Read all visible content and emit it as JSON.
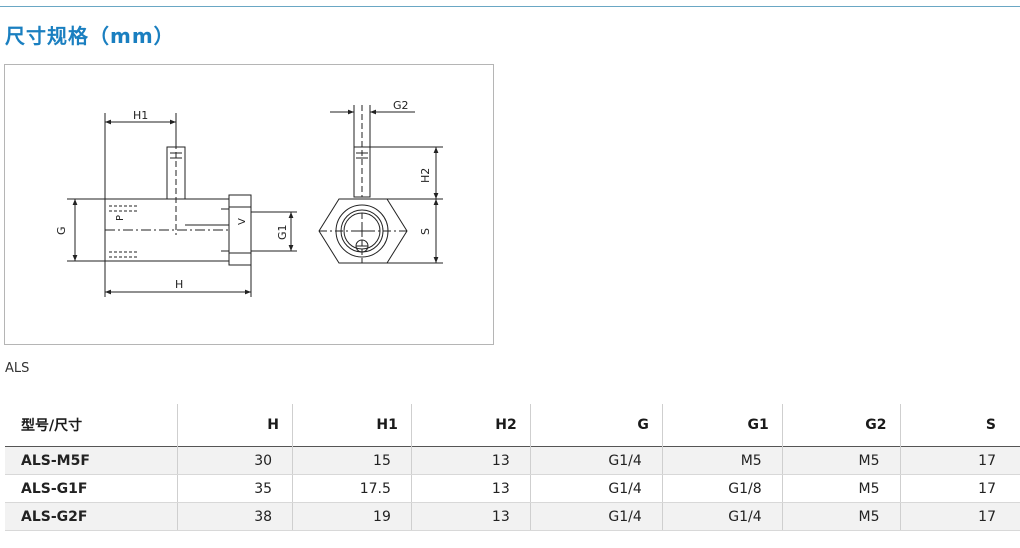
{
  "page": {
    "title": "尺寸规格（mm）",
    "model_caption": "ALS"
  },
  "drawing": {
    "labels": {
      "H1": "H1",
      "H": "H",
      "G": "G",
      "G1": "G1",
      "G2": "G2",
      "H2": "H2",
      "S": "S",
      "P": "P",
      "V": "V"
    }
  },
  "table": {
    "headers": [
      "型号/尺寸",
      "H",
      "H1",
      "H2",
      "G",
      "G1",
      "G2",
      "S"
    ],
    "rows": [
      [
        "ALS-M5F",
        "30",
        "15",
        "13",
        "G1/4",
        "M5",
        "M5",
        "17"
      ],
      [
        "ALS-G1F",
        "35",
        "17.5",
        "13",
        "G1/4",
        "G1/8",
        "M5",
        "17"
      ],
      [
        "ALS-G2F",
        "38",
        "19",
        "13",
        "G1/4",
        "G1/4",
        "M5",
        "17"
      ]
    ]
  },
  "colors": {
    "title": "#1a7fc0",
    "rule": "#6aa7c4",
    "row_shade": "#f2f2f2"
  }
}
